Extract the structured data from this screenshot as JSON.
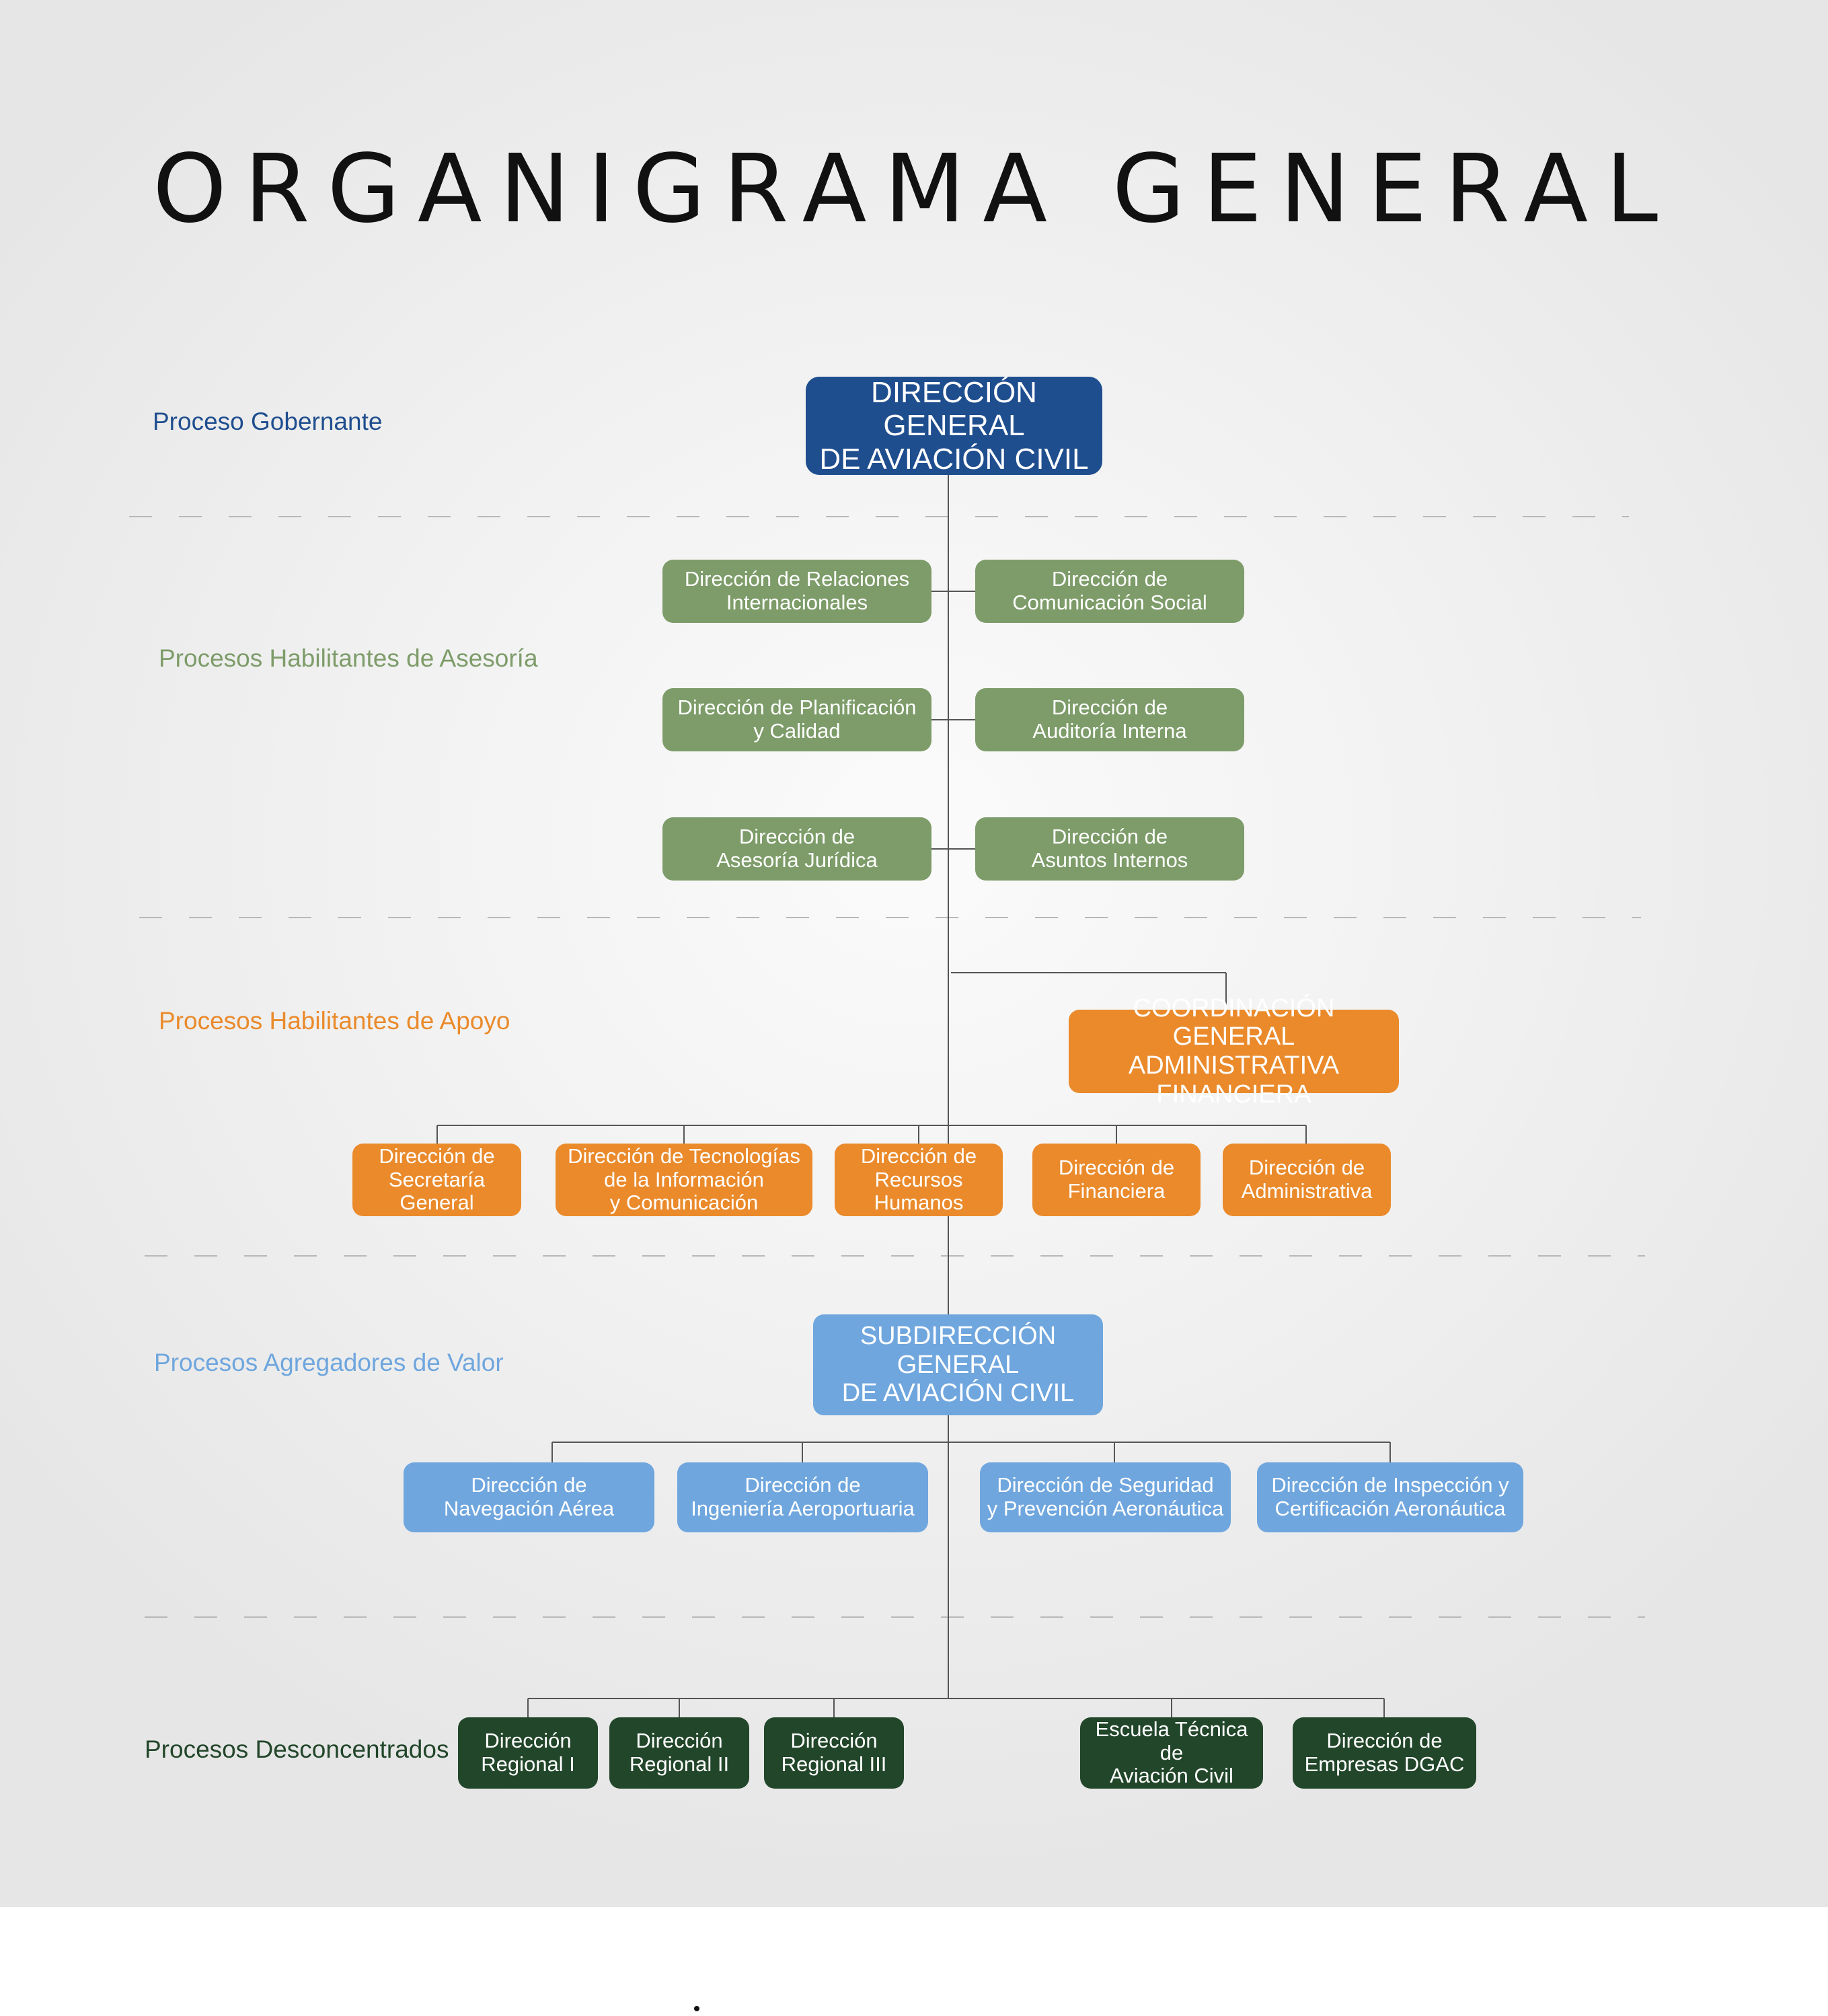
{
  "title": "ORGANIGRAMA GENERAL",
  "colors": {
    "gobernante": "#1f4e8f",
    "asesoria": "#7d9c69",
    "apoyo": "#ea8a2b",
    "agregadores": "#6fa6de",
    "desconcentrados": "#22462a",
    "connector": "#555555",
    "separator": "#b8b8b8"
  },
  "processes": {
    "gobernante": "Proceso Gobernante",
    "asesoria": "Procesos Habilitantes de Asesoría",
    "apoyo": "Procesos Habilitantes de Apoyo",
    "agregadores": "Procesos Agregadores de Valor",
    "desconcentrados": "Procesos Desconcentrados"
  },
  "units": {
    "dgac": "DIRECCIÓN GENERAL\nDE AVIACIÓN CIVIL",
    "relaciones": "Dirección de Relaciones\nInternacionales",
    "comunicacion": "Dirección de\nComunicación Social",
    "planificacion": "Dirección de Planificación\ny Calidad",
    "auditoria": "Dirección de\nAuditoría Interna",
    "juridica": "Dirección de\nAsesoría Jurídica",
    "asuntos": "Dirección de\nAsuntos Internos",
    "coordinacion": "COORDINACIÓN GENERAL\nADMINISTRATIVA FINANCIERA",
    "secretaria": "Dirección de\nSecretaría\nGeneral",
    "tecnologias": "Dirección de Tecnologías\nde la Información\ny Comunicación",
    "rrhh": "Dirección de\nRecursos\nHumanos",
    "financiera": "Dirección de\nFinanciera",
    "administrativa": "Dirección de\nAdministrativa",
    "subdireccion": "SUBDIRECCIÓN GENERAL\nDE AVIACIÓN CIVIL",
    "navegacion": "Dirección de\nNavegación Aérea",
    "ingenieria": "Dirección de\nIngeniería Aeroportuaria",
    "seguridad": "Dirección de Seguridad\ny Prevención Aeronáutica",
    "inspeccion": "Dirección de Inspección y\nCertificación Aeronáutica",
    "regional1": "Dirección\nRegional I",
    "regional2": "Dirección\nRegional II",
    "regional3": "Dirección\nRegional III",
    "escuela": "Escuela Técnica de\nAviación Civil",
    "empresas": "Dirección de\nEmpresas DGAC"
  }
}
